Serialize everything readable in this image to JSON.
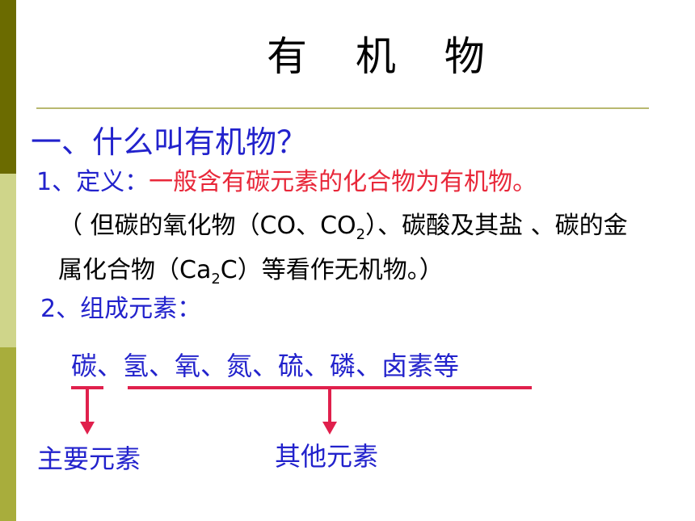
{
  "slide": {
    "title": "有 机 物",
    "heading": "一、什么叫有机物？",
    "definition": {
      "label": "1、定义：",
      "text": "一般含有碳元素的化合物为有机物。"
    },
    "note": {
      "p1": "（ 但碳的氧化物（CO、CO",
      "sub1": "2",
      "p2": "）、碳酸及其盐 、碳的金属化合物（Ca",
      "sub2": "2",
      "p3": "C）等看作无机物。）"
    },
    "composition_label": "2、组成元素：",
    "elements": "碳、氢、氧、氮、硫、磷、卤素等",
    "main_elements_label": "主要元素",
    "other_elements_label": "其他元素"
  },
  "colors": {
    "blue": "#2222cc",
    "red": "#e8283a",
    "bar": "#e0204c"
  }
}
